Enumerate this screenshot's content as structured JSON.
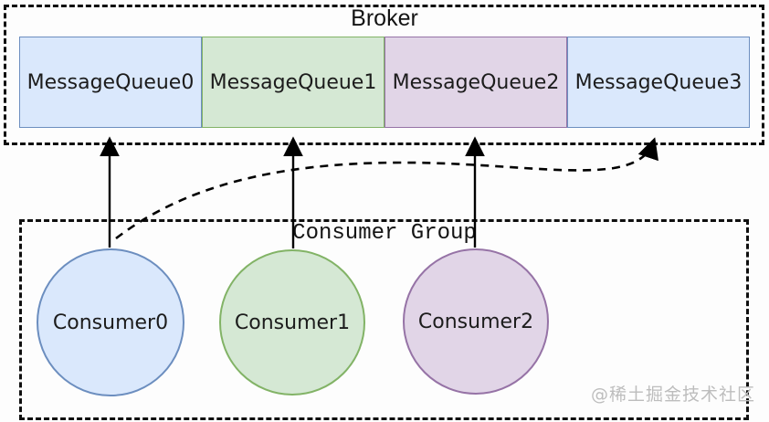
{
  "diagram": {
    "broker": {
      "title": "Broker",
      "queues": [
        {
          "label": "MessageQueue0",
          "fill": "#dae8fc",
          "stroke": "#6c8ebf"
        },
        {
          "label": "MessageQueue1",
          "fill": "#d5e8d4",
          "stroke": "#82b366"
        },
        {
          "label": "MessageQueue2",
          "fill": "#e1d5e7",
          "stroke": "#9673a6"
        },
        {
          "label": "MessageQueue3",
          "fill": "#dae8fc",
          "stroke": "#6c8ebf"
        }
      ]
    },
    "consumer_group": {
      "title": "Consumer Group",
      "consumers": [
        {
          "label": "Consumer0",
          "fill": "#dae8fc",
          "stroke": "#6c8ebf"
        },
        {
          "label": "Consumer1",
          "fill": "#d5e8d4",
          "stroke": "#82b366"
        },
        {
          "label": "Consumer2",
          "fill": "#e1d5e7",
          "stroke": "#9673a6"
        }
      ]
    },
    "connections": [
      {
        "from": "Consumer0",
        "to": "MessageQueue0",
        "style": "solid"
      },
      {
        "from": "Consumer1",
        "to": "MessageQueue1",
        "style": "solid"
      },
      {
        "from": "Consumer2",
        "to": "MessageQueue2",
        "style": "solid"
      },
      {
        "from": "Consumer0",
        "to": "MessageQueue3",
        "style": "dashed"
      }
    ],
    "arrow_color": "#000000",
    "watermark": "@稀土掘金技术社区"
  }
}
